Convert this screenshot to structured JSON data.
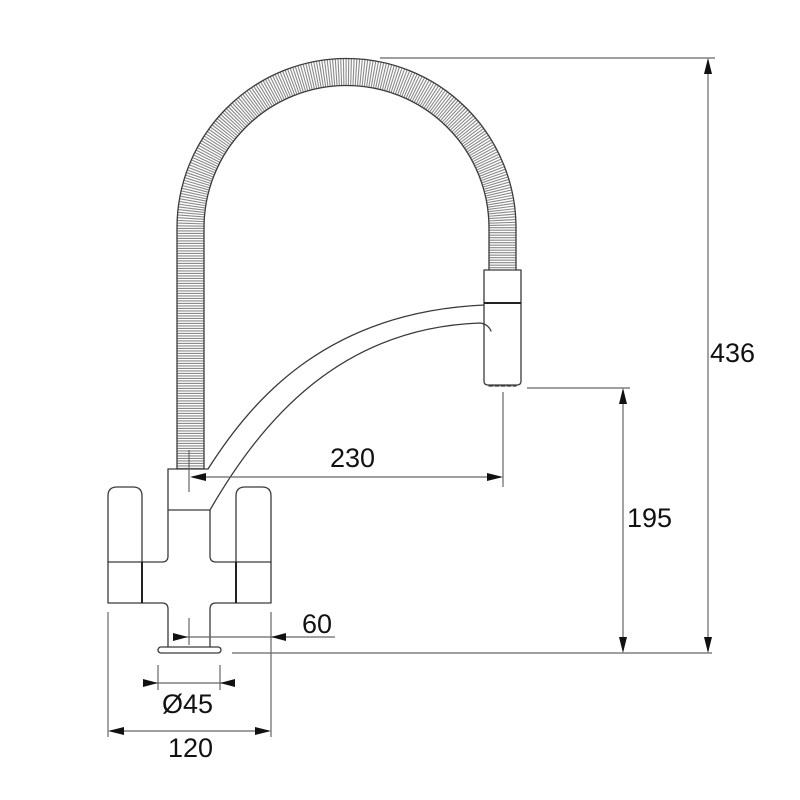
{
  "drawing": {
    "type": "technical dimension drawing",
    "colors": {
      "object_line": "#3a3a3a",
      "dimension_line": "#666666",
      "hose_hatch": "#8a8a8a",
      "text": "#111111",
      "background": "#ffffff"
    },
    "dimensions": {
      "total_height": "436",
      "spout_outlet_height": "195",
      "spout_reach": "230",
      "handle_offset": "60",
      "base_diameter": "Ø45",
      "total_width": "120"
    }
  }
}
